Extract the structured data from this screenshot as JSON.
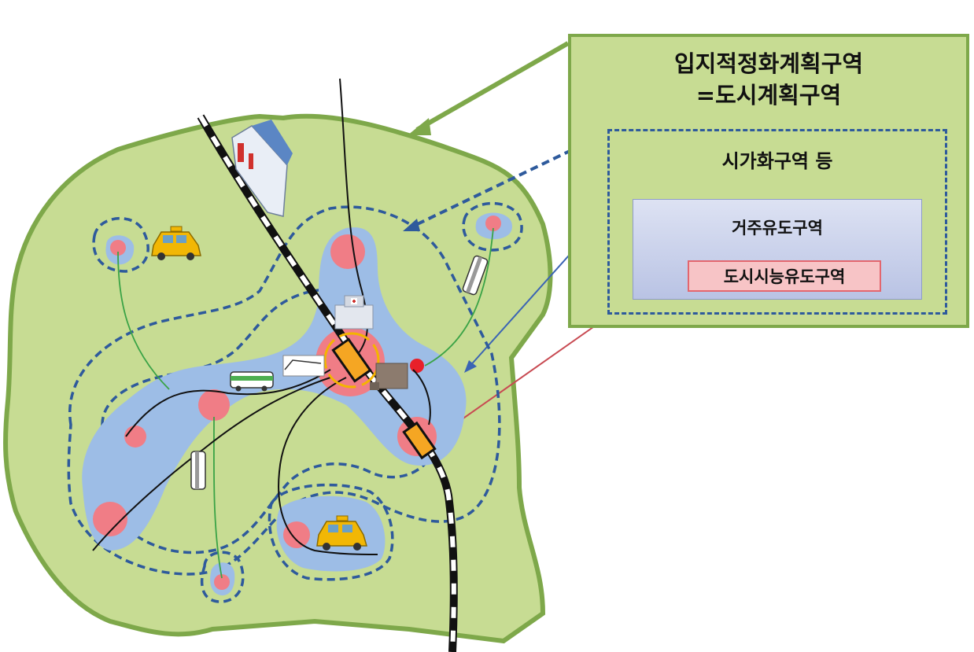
{
  "legend": {
    "title_line1": "입지적정화계획구역",
    "title_line2": "=도시계획구역",
    "urbanization_zone": "시가화구역 등",
    "residential_zone": "거주유도구역",
    "urban_function_zone": "도시시능유도구역"
  },
  "colors": {
    "planning_area": "#c7dc93",
    "planning_border": "#7ea84a",
    "residential_area": "#9dbde6",
    "urban_function_spot": "#f07d86",
    "dashed_line": "#2e5a9c",
    "train_line": "#111111"
  },
  "icons": [
    "hospital-icon",
    "taxi-icon",
    "bus-icon",
    "train-icon",
    "building-icon",
    "station-icon"
  ]
}
